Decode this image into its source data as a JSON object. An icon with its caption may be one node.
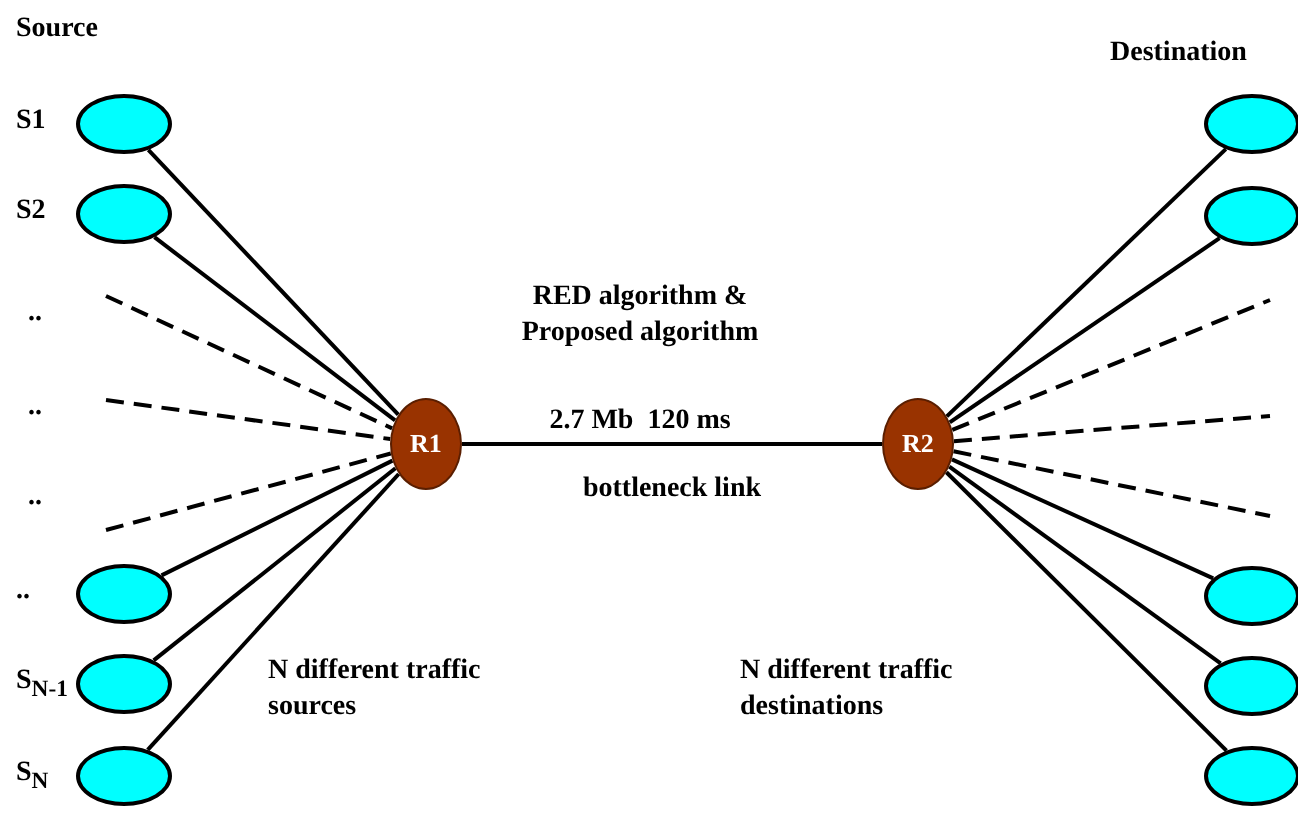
{
  "diagram": {
    "nodes": [
      {
        "text": [],
        "shape": "ellipse",
        "beside": [
          "S1"
        ]
      },
      {
        "text": [],
        "shape": "ellipse",
        "beside": [
          "S2"
        ]
      },
      {
        "text": [],
        "shape": "ellipse",
        "beside": [
          ".."
        ]
      },
      {
        "text": [],
        "shape": "ellipse",
        "beside": [
          "S$_{N-1}$"
        ]
      },
      {
        "text": [],
        "shape": "ellipse",
        "beside": [
          "S$_{N}$"
        ]
      },
      {
        "text": [
          "R1"
        ]
      },
      {
        "text": [
          "R2"
        ]
      },
      {
        "text": [],
        "shape": "ellipse"
      },
      {
        "text": [],
        "shape": "ellipse"
      },
      {
        "text": [],
        "shape": "ellipse"
      },
      {
        "text": [],
        "shape": "ellipse"
      },
      {
        "text": [],
        "shape": "ellipse"
      }
    ],
    "edges": [
      {
        "from": 0,
        "to": 5,
        "arrow": "none"
      },
      {
        "from": 1,
        "to": 5,
        "arrow": "none"
      },
      {
        "from": null,
        "to": 5,
        "arrow": "none",
        "style": "dashed"
      },
      {
        "from": null,
        "to": 5,
        "arrow": "none",
        "style": "dashed"
      },
      {
        "from": null,
        "to": 5,
        "arrow": "none",
        "style": "dashed"
      },
      {
        "from": 2,
        "to": 5,
        "arrow": "none"
      },
      {
        "from": 3,
        "to": 5,
        "arrow": "none"
      },
      {
        "from": 4,
        "to": 5,
        "arrow": "none"
      },
      {
        "from": 5,
        "to": 6,
        "arrow": "none",
        "label": "bottleneck link"
      },
      {
        "from": 6,
        "to": 7,
        "arrow": "none"
      },
      {
        "from": 6,
        "to": 8,
        "arrow": "none"
      },
      {
        "from": 6,
        "to": null,
        "arrow": "none",
        "style": "dashed"
      },
      {
        "from": 6,
        "to": null,
        "arrow": "none",
        "style": "dashed"
      },
      {
        "from": 6,
        "to": null,
        "arrow": "none",
        "style": "dashed"
      },
      {
        "from": 6,
        "to": 9,
        "arrow": "none"
      },
      {
        "from": 6,
        "to": 10,
        "arrow": "none"
      },
      {
        "from": 6,
        "to": 11,
        "arrow": "none"
      }
    ],
    "labels": [
      "Source",
      "Destination",
      "..",
      "..",
      "..",
      "RED algorithm & Proposed algorithm",
      "2.7 Mb  120 ms",
      "N different traffic sources",
      "N different traffic destinations"
    ]
  }
}
